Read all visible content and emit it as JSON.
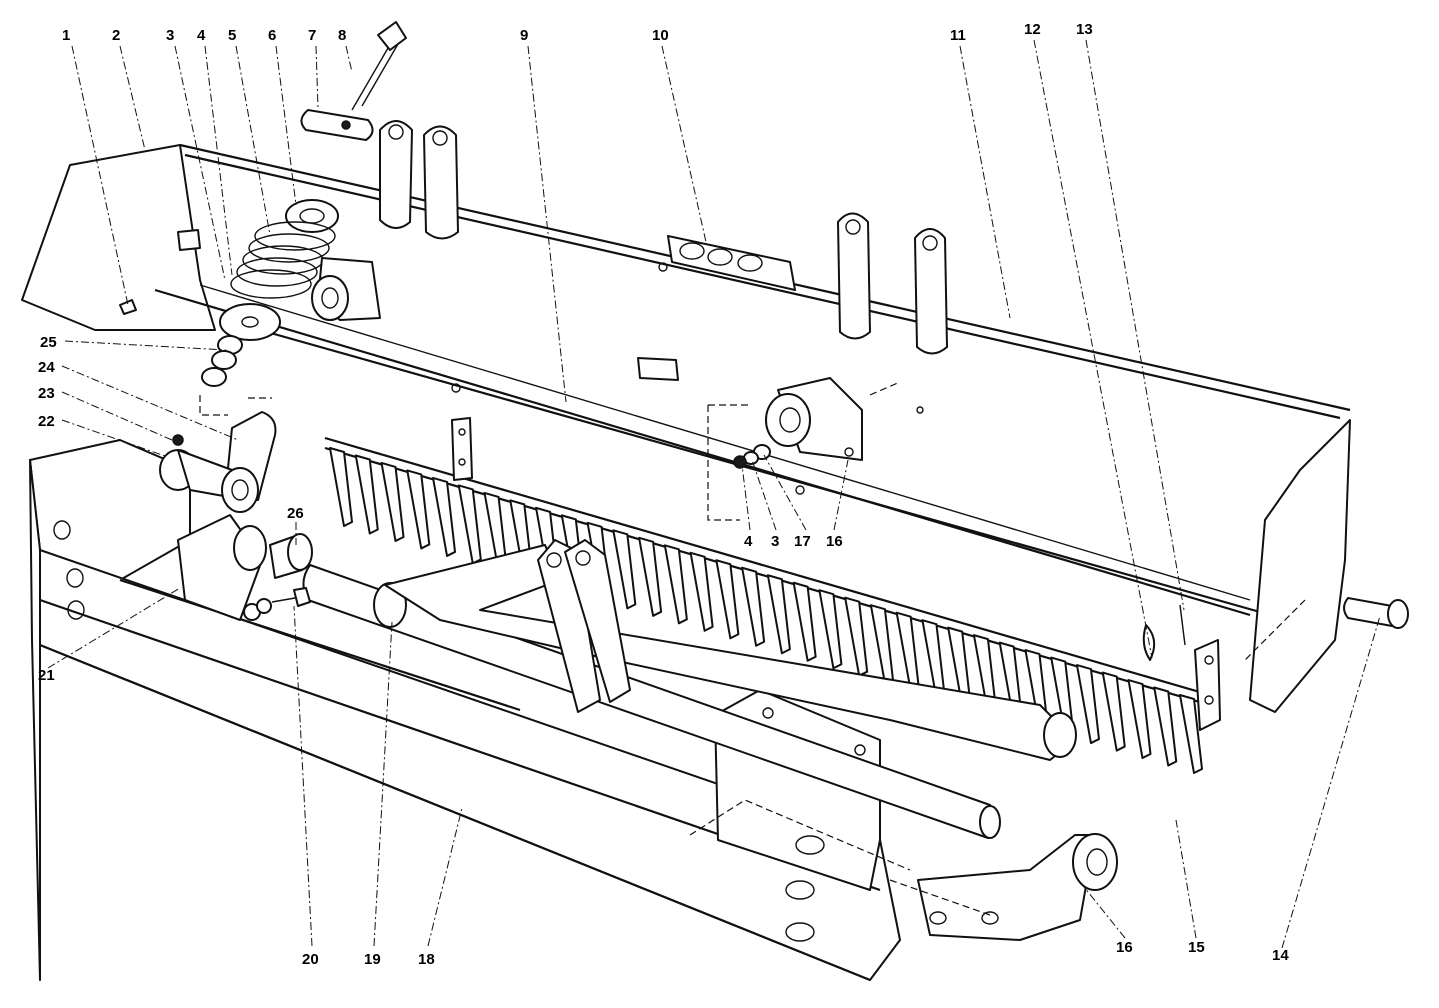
{
  "diagram": {
    "callouts": [
      {
        "id": "c1",
        "label": "1"
      },
      {
        "id": "c2",
        "label": "2"
      },
      {
        "id": "c3",
        "label": "3"
      },
      {
        "id": "c4",
        "label": "4"
      },
      {
        "id": "c5",
        "label": "5"
      },
      {
        "id": "c6",
        "label": "6"
      },
      {
        "id": "c7",
        "label": "7"
      },
      {
        "id": "c8",
        "label": "8"
      },
      {
        "id": "c9",
        "label": "9"
      },
      {
        "id": "c10",
        "label": "10"
      },
      {
        "id": "c11",
        "label": "11"
      },
      {
        "id": "c12",
        "label": "12"
      },
      {
        "id": "c13",
        "label": "13"
      },
      {
        "id": "c25",
        "label": "25"
      },
      {
        "id": "c24",
        "label": "24"
      },
      {
        "id": "c23",
        "label": "23"
      },
      {
        "id": "c22",
        "label": "22"
      },
      {
        "id": "c26",
        "label": "26"
      },
      {
        "id": "c4b",
        "label": "4"
      },
      {
        "id": "c3b",
        "label": "3"
      },
      {
        "id": "c17",
        "label": "17"
      },
      {
        "id": "c16",
        "label": "16"
      },
      {
        "id": "c21",
        "label": "21"
      },
      {
        "id": "c14",
        "label": "14"
      },
      {
        "id": "c20",
        "label": "20"
      },
      {
        "id": "c19",
        "label": "19"
      },
      {
        "id": "c18",
        "label": "18"
      },
      {
        "id": "c16b",
        "label": "16"
      },
      {
        "id": "c15",
        "label": "15"
      }
    ]
  }
}
